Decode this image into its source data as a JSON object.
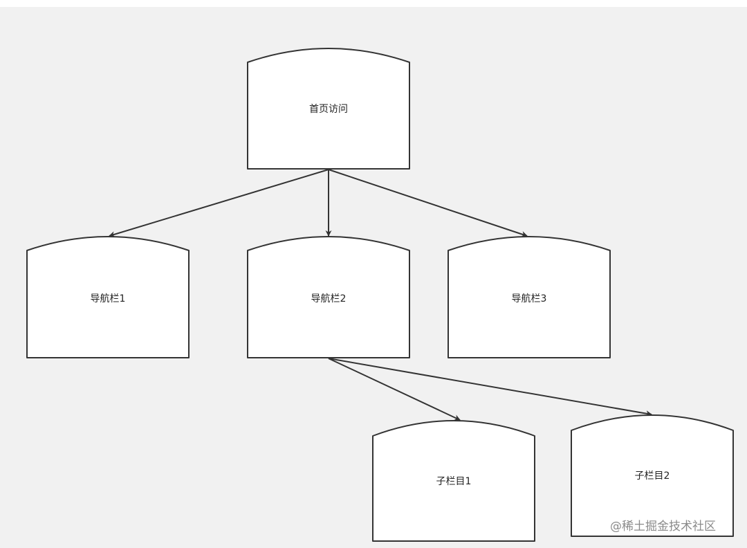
{
  "diagram": {
    "nodes": [
      {
        "id": "home",
        "label": "首页访问"
      },
      {
        "id": "nav1",
        "label": "导航栏1"
      },
      {
        "id": "nav2",
        "label": "导航栏2"
      },
      {
        "id": "nav3",
        "label": "导航栏3"
      },
      {
        "id": "sub1",
        "label": "子栏目1"
      },
      {
        "id": "sub2",
        "label": "子栏目2"
      }
    ],
    "edges": [
      {
        "from": "home",
        "to": "nav1"
      },
      {
        "from": "home",
        "to": "nav2"
      },
      {
        "from": "home",
        "to": "nav3"
      },
      {
        "from": "nav2",
        "to": "sub1"
      },
      {
        "from": "nav2",
        "to": "sub2"
      }
    ]
  },
  "watermark": {
    "text": "@稀土掘金技术社区"
  },
  "colors": {
    "stroke": "#333333",
    "node_fill": "#ffffff",
    "background": "#f1f1f1"
  }
}
